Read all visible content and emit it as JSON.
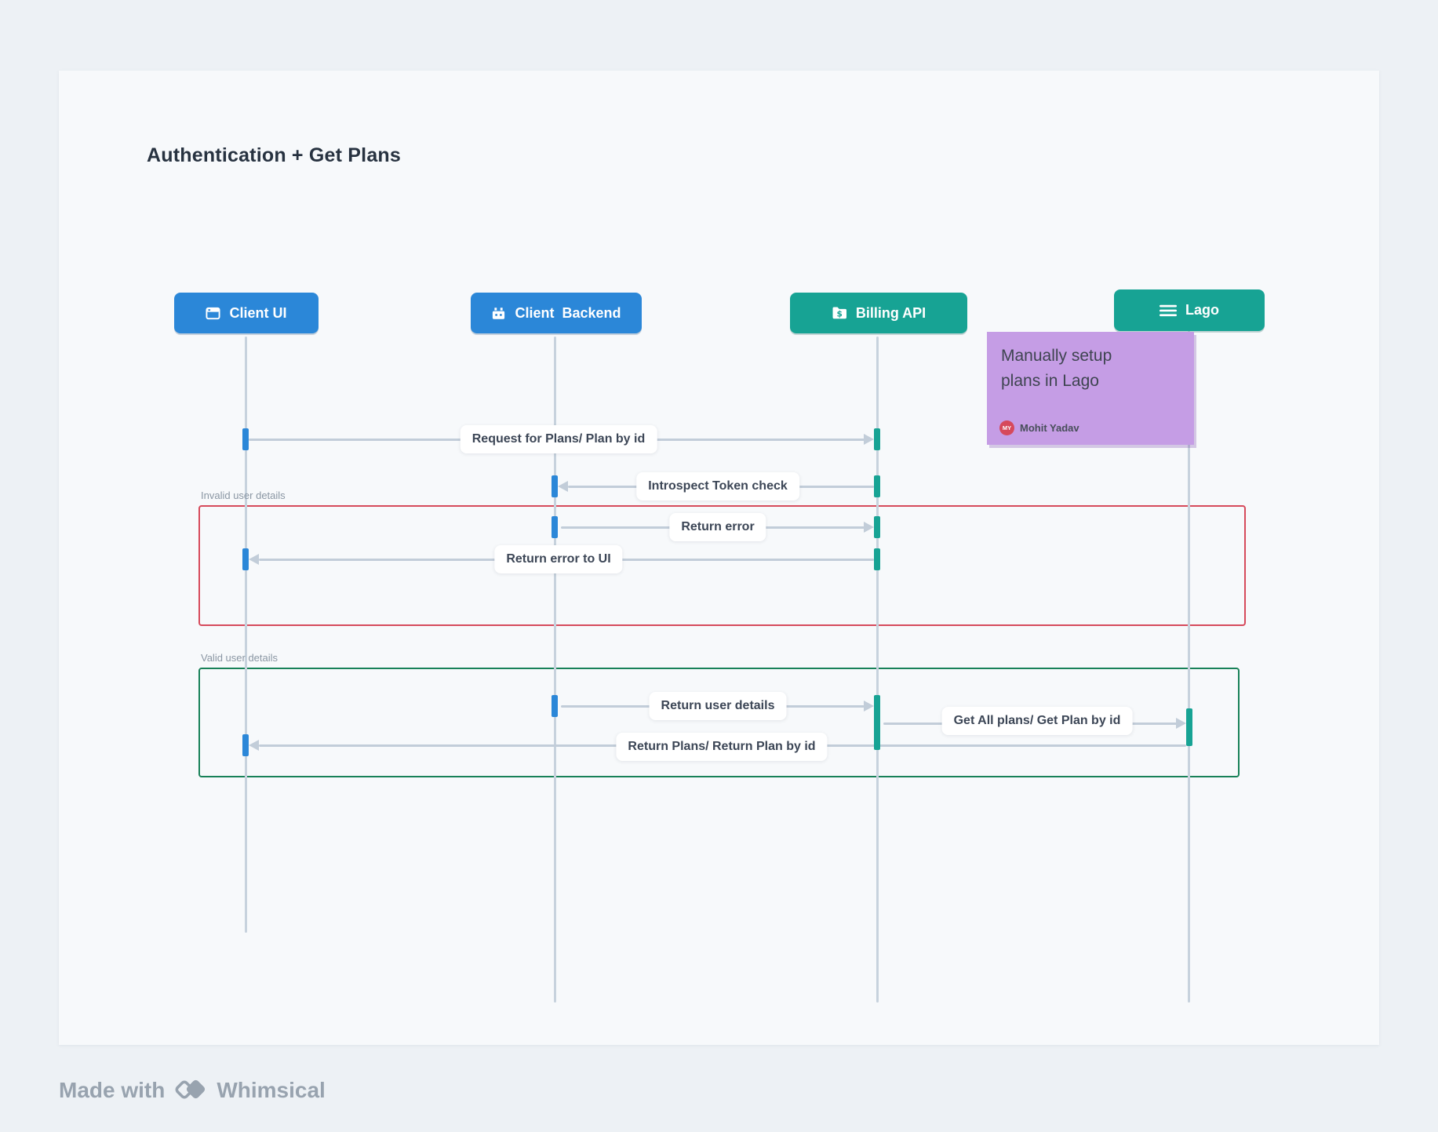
{
  "title": "Authentication + Get Plans",
  "actors": [
    {
      "label": "Client UI",
      "icon": "browser-window-icon",
      "color": "#2B87D8"
    },
    {
      "label": "Client  Backend",
      "icon": "server-icon",
      "color": "#2B87D8"
    },
    {
      "label": "Billing API",
      "icon": "billing-folder-icon",
      "color": "#17A394"
    },
    {
      "label": "Lago",
      "icon": "menu-icon",
      "color": "#17A394"
    }
  ],
  "note": {
    "text": "Manually setup plans in Lago",
    "author": "Mohit Yadav",
    "avatar_initials": "MY",
    "background": "#C59DE5",
    "avatar_color": "#D6495B"
  },
  "fragments": [
    {
      "label": "Invalid user details",
      "border_color": "#D64A5B"
    },
    {
      "label": "Valid user details",
      "border_color": "#188158"
    }
  ],
  "messages": [
    {
      "label": "Request for Plans/ Plan by id",
      "from": "Client UI",
      "to": "Billing API"
    },
    {
      "label": "Introspect Token check",
      "from": "Billing API",
      "to": "Client Backend"
    },
    {
      "label": "Return error",
      "from": "Client Backend",
      "to": "Billing API"
    },
    {
      "label": "Return error to UI",
      "from": "Billing API",
      "to": "Client UI"
    },
    {
      "label": "Return user details",
      "from": "Client Backend",
      "to": "Billing API"
    },
    {
      "label": "Get All plans/ Get Plan by id",
      "from": "Billing API",
      "to": "Lago"
    },
    {
      "label": "Return Plans/ Return Plan by id",
      "from": "Lago",
      "to": "Client UI"
    }
  ],
  "footer": {
    "made_with": "Made with",
    "brand": "Whimsical"
  },
  "colors": {
    "actor_blue": "#2B87D8",
    "actor_teal": "#17A394",
    "invalid_fragment_border": "#D64A5B",
    "valid_fragment_border": "#188158",
    "lifeline_gray": "#C7D2DD",
    "arrow_gray": "#C2CDD9",
    "canvas_background": "#F7F9FB",
    "page_background": "#EDF1F5",
    "footer_gray": "#98A3AF"
  }
}
